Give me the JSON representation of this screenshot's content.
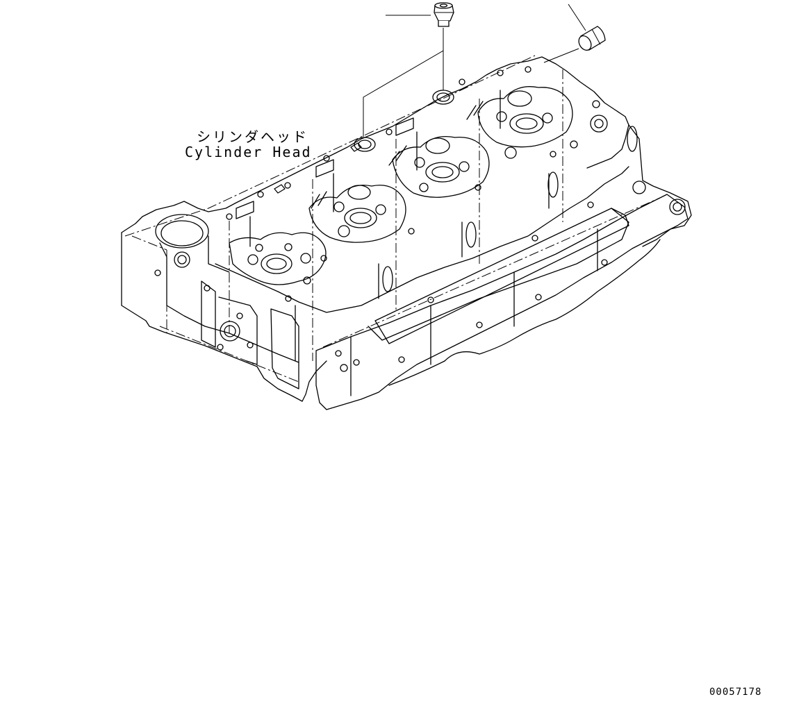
{
  "labels": {
    "part_name_jp": "シリンダヘッド",
    "part_name_en": "Cylinder Head"
  },
  "figure_number": "00057178",
  "icons": [
    "plug-icon",
    "cap-plug-icon",
    "cylinder-head-drawing"
  ],
  "colors": {
    "line": "#000000",
    "background": "#ffffff"
  }
}
